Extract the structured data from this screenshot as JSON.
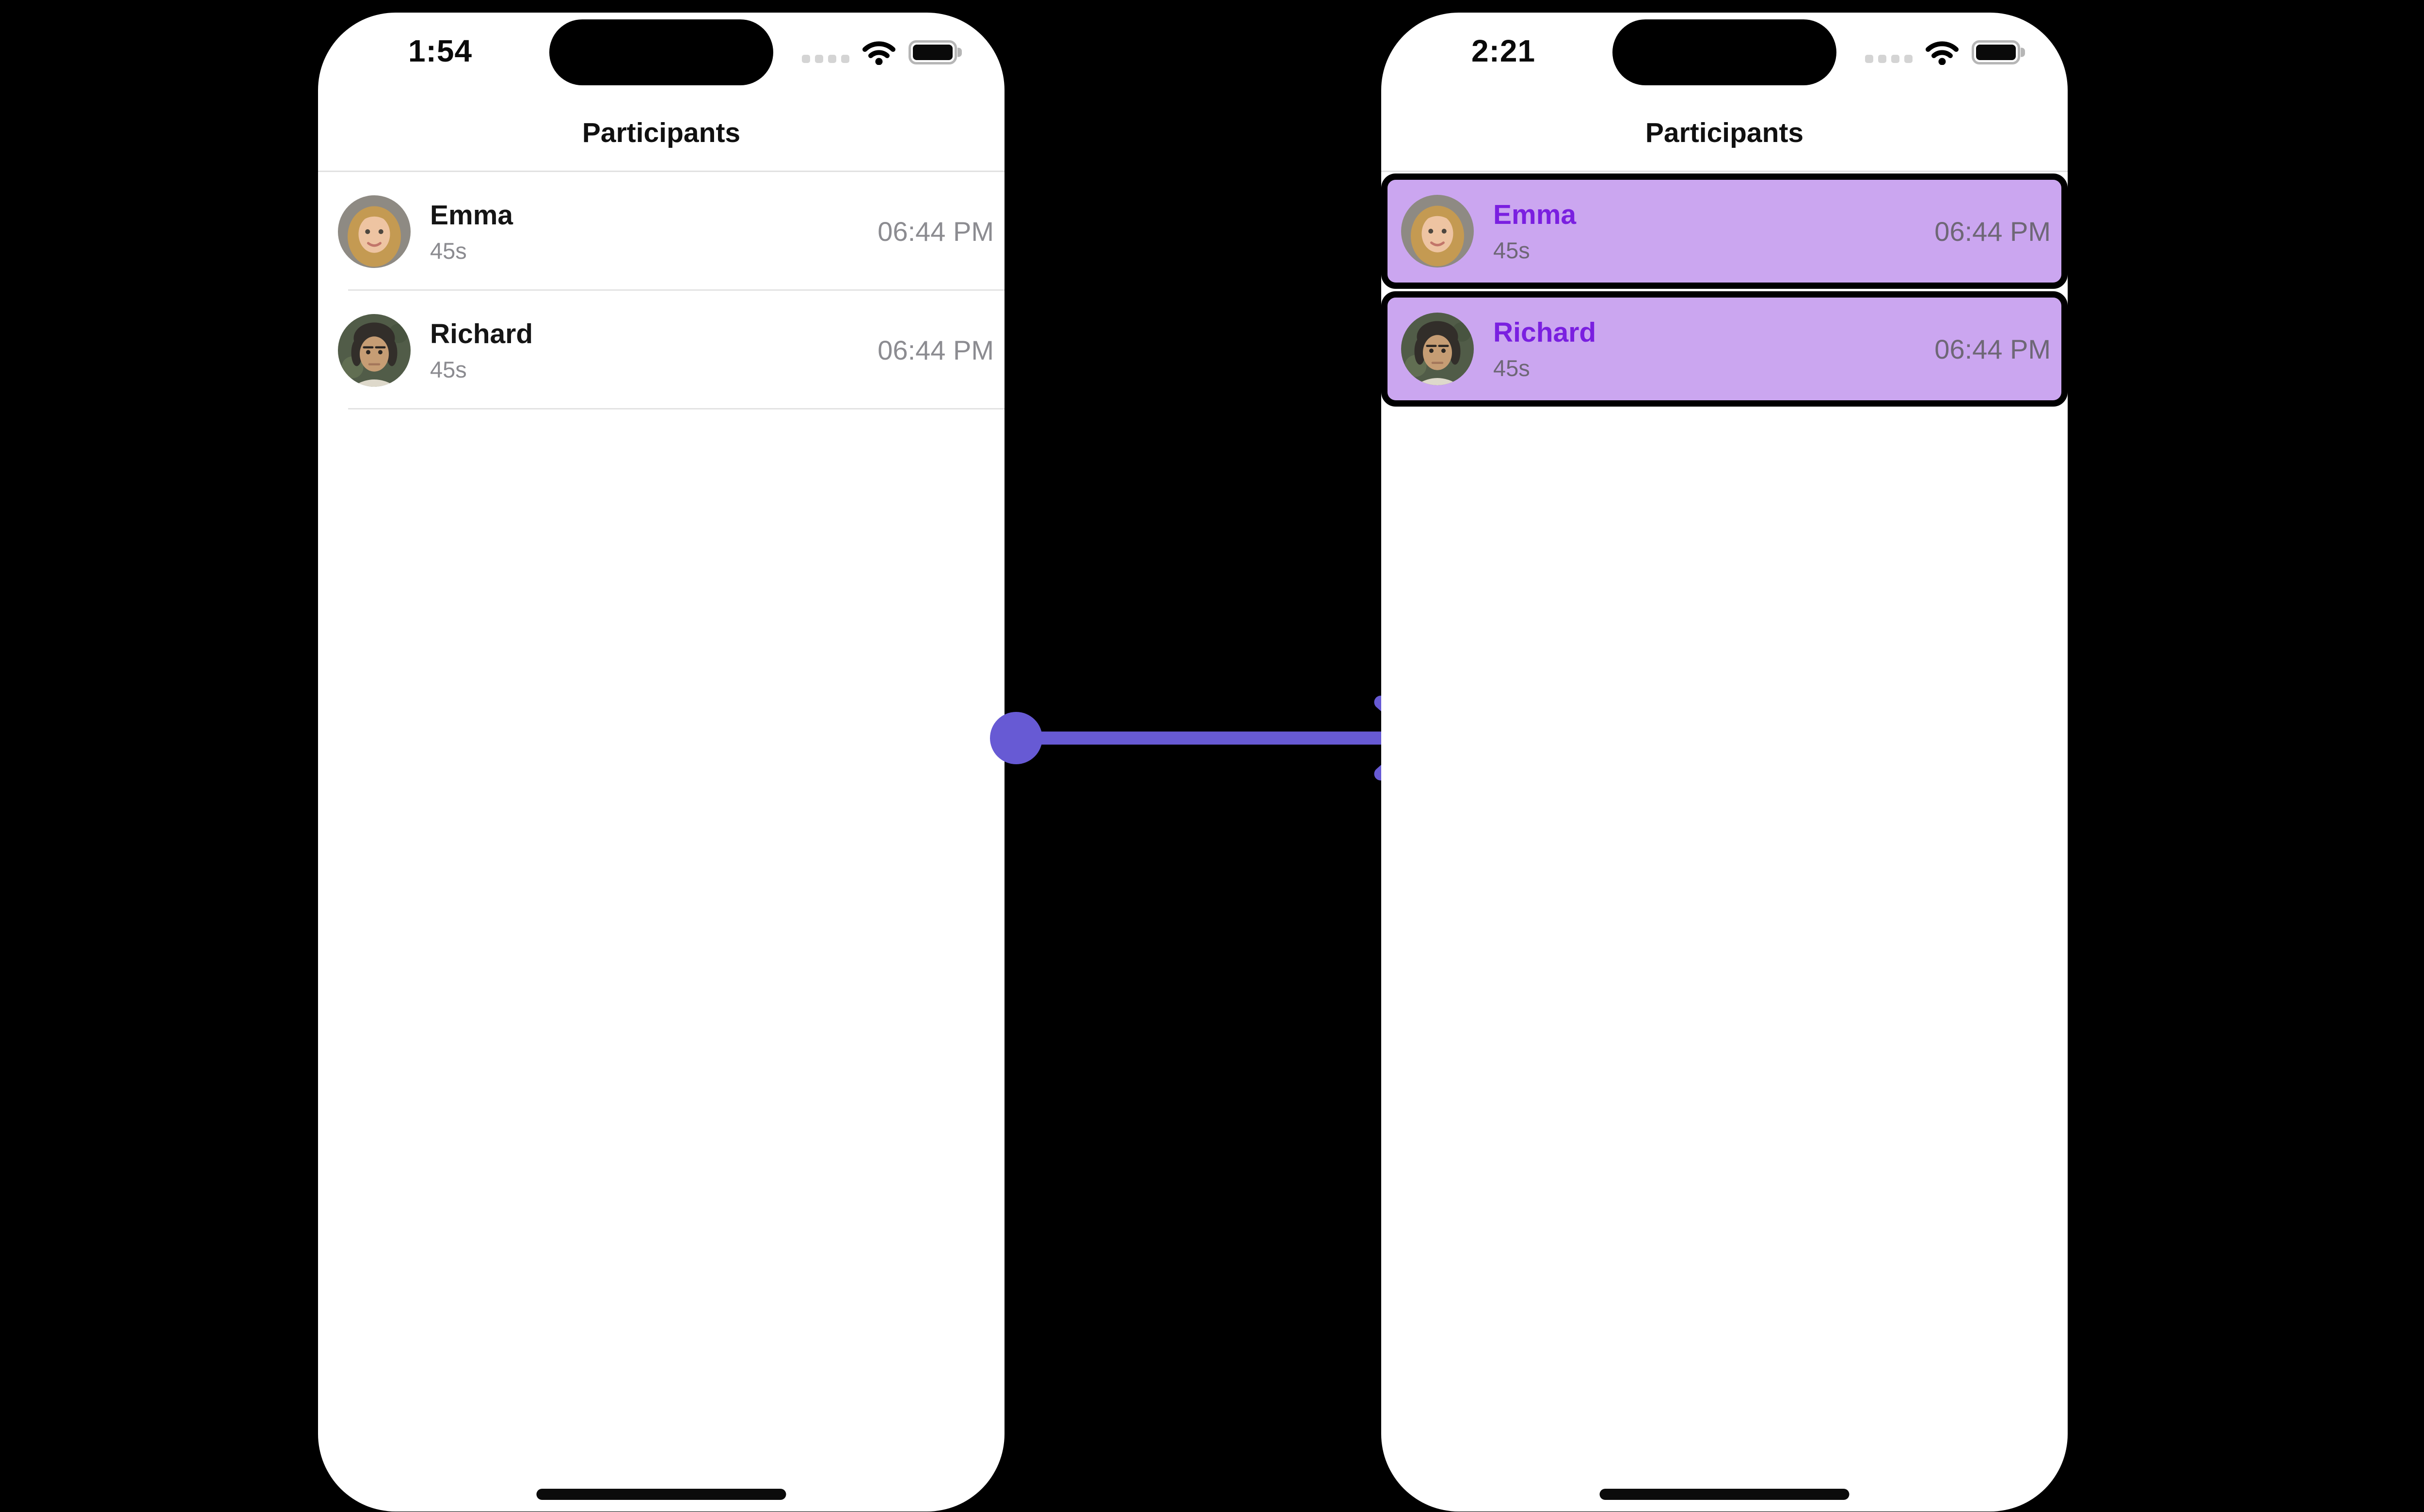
{
  "scene": {
    "background_color": "#000000"
  },
  "arrow": {
    "color": "#675AD4",
    "direction": "right"
  },
  "phones": [
    {
      "label": "before",
      "status_bar": {
        "time": "1:54",
        "cellular_icon": "cellular-signal-dots",
        "wifi_icon": "wifi",
        "battery_icon": "battery-full"
      },
      "title": "Participants",
      "selected": false,
      "participants": [
        {
          "name": "Emma",
          "duration": "45s",
          "time": "06:44 PM",
          "avatar": "emma-photo"
        },
        {
          "name": "Richard",
          "duration": "45s",
          "time": "06:44 PM",
          "avatar": "richard-photo"
        }
      ]
    },
    {
      "label": "after",
      "status_bar": {
        "time": "2:21",
        "cellular_icon": "cellular-signal-dots",
        "wifi_icon": "wifi",
        "battery_icon": "battery-full"
      },
      "title": "Participants",
      "selected": true,
      "highlight": {
        "row_bg": "#CBA6F0",
        "name_color": "#7A1FE0",
        "border": "#000000",
        "muted_text": "#6E6776"
      },
      "participants": [
        {
          "name": "Emma",
          "duration": "45s",
          "time": "06:44 PM",
          "avatar": "emma-photo"
        },
        {
          "name": "Richard",
          "duration": "45s",
          "time": "06:44 PM",
          "avatar": "richard-photo"
        }
      ]
    }
  ]
}
